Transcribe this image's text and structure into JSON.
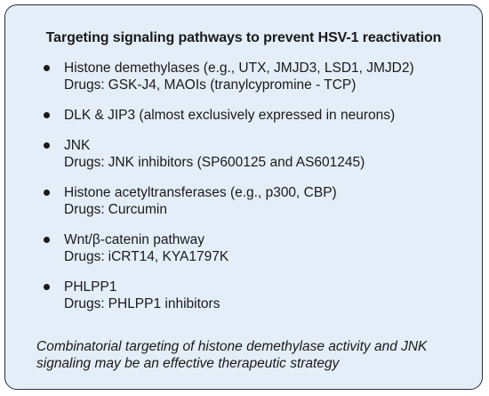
{
  "title": "Targeting signaling pathways to prevent HSV-1 reactivation",
  "items": [
    {
      "target": "Histone demethylases (e.g., UTX, JMJD3, LSD1, JMJD2)",
      "drugs_label": "Drugs:",
      "drugs": "GSK-J4, MAOIs (tranylcypromine - TCP)"
    },
    {
      "target": "DLK & JIP3 (almost exclusively expressed in neurons)",
      "drugs_label": "",
      "drugs": ""
    },
    {
      "target": "JNK",
      "drugs_label": "Drugs:",
      "drugs": "JNK inhibitors (SP600125 and AS601245)"
    },
    {
      "target": "Histone acetyltransferases (e.g., p300, CBP)",
      "drugs_label": "Drugs:",
      "drugs": "Curcumin"
    },
    {
      "target": "Wnt/β-catenin pathway",
      "drugs_label": "Drugs:",
      "drugs": "iCRT14, KYA1797K"
    },
    {
      "target": "PHLPP1",
      "drugs_label": "Drugs:",
      "drugs": "PHLPP1 inhibitors"
    }
  ],
  "footer": {
    "line1": "Combinatorial targeting of histone demethylase activity and JNK",
    "line2": "signaling may be an effective therapeutic strategy"
  }
}
